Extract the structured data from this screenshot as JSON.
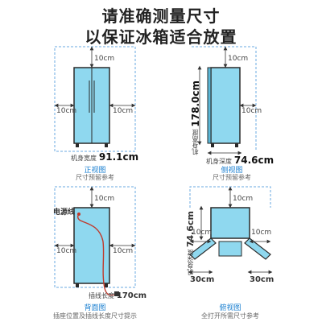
{
  "heading": {
    "line1": "请准确测量尺寸",
    "line2": "以保证冰箱适合放置"
  },
  "front_view": {
    "gap_top": "10cm",
    "gap_left": "10cm",
    "gap_right": "10cm",
    "width_label": "机身宽度",
    "width_value": "91.1cm",
    "title": "正视图",
    "note": "尺寸预留参考"
  },
  "side_view": {
    "gap_top": "10cm",
    "gap_right": "10cm",
    "height_label": "机身高度",
    "height_value": "178.0cm",
    "depth_label": "机身深度",
    "depth_value": "74.6cm",
    "title": "侧视图",
    "note": "尺寸预留参考"
  },
  "back_view": {
    "gap_top": "10cm",
    "gap_left": "10cm",
    "gap_right": "10cm",
    "power_cord": "电源线",
    "cord_label": "插线长度",
    "cord_value": "170cm",
    "title": "背面图",
    "note": "插座位置及插线长度尺寸提示"
  },
  "top_view": {
    "gap_top": "10cm",
    "gap_left": "10cm",
    "gap_right": "10cm",
    "depth_label": "机身深度",
    "depth_value": "74.6cm",
    "door_left": "30cm",
    "door_right": "30cm",
    "title": "俯视图",
    "note": "全打开所需尺寸参考"
  },
  "colors": {
    "fridge_fill": "#8fd8ef",
    "fridge_stroke": "#2a2a2a",
    "dash": "#6aa9e0",
    "title_blue": "#1a7fd0",
    "cord_red": "#c0392b"
  }
}
